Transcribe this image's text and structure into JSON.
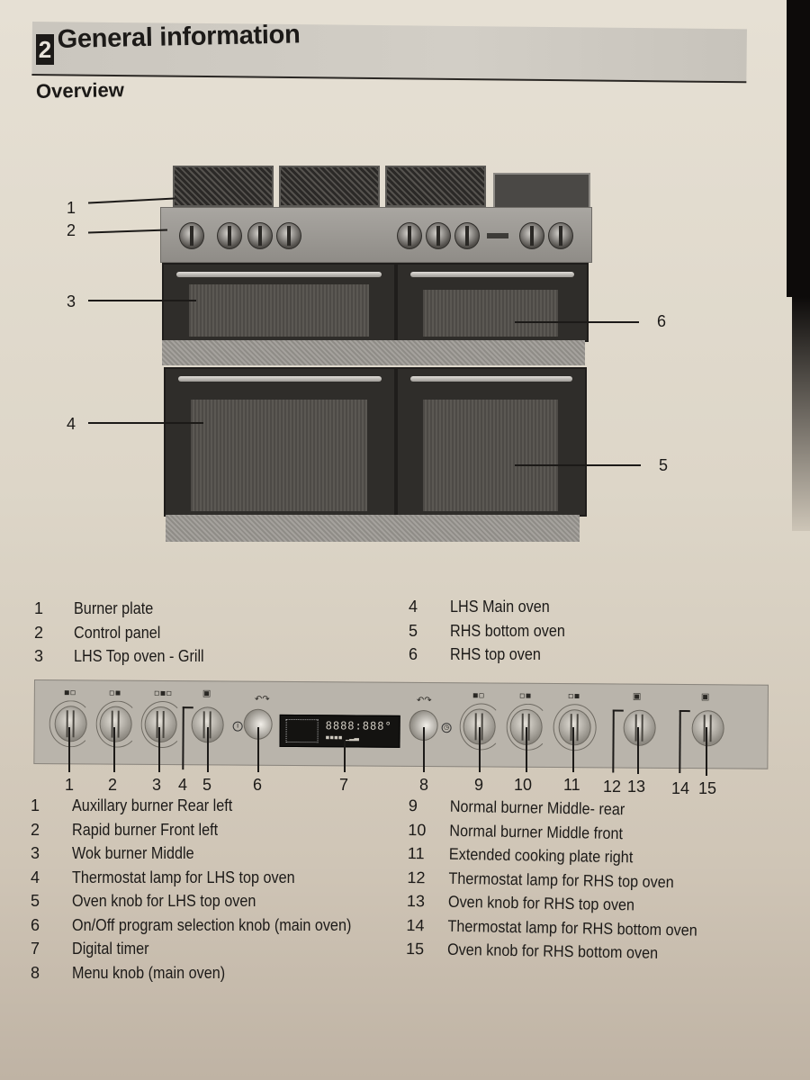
{
  "header": {
    "section_number": "2",
    "title": "General information",
    "subtitle": "Overview"
  },
  "cooker_callouts": [
    {
      "num": "1",
      "target": "burner-plate"
    },
    {
      "num": "2",
      "target": "control-panel"
    },
    {
      "num": "3",
      "target": "lhs-top-oven"
    },
    {
      "num": "4",
      "target": "lhs-main-oven"
    },
    {
      "num": "5",
      "target": "rhs-bottom-oven"
    },
    {
      "num": "6",
      "target": "rhs-top-oven"
    }
  ],
  "overview_legend": {
    "left": [
      {
        "num": "1",
        "label": "Burner plate"
      },
      {
        "num": "2",
        "label": "Control panel"
      },
      {
        "num": "3",
        "label": "LHS Top oven - Grill"
      }
    ],
    "right": [
      {
        "num": "4",
        "label": "LHS Main oven"
      },
      {
        "num": "5",
        "label": "RHS bottom oven"
      },
      {
        "num": "6",
        "label": "RHS top oven"
      }
    ]
  },
  "control_panel": {
    "display": {
      "time_digits": "8888",
      "temp_digits": "888",
      "temp_unit": "°"
    },
    "callout_numbers": [
      "1",
      "2",
      "3",
      "4",
      "5",
      "6",
      "7",
      "8",
      "9",
      "10",
      "11",
      "12",
      "13",
      "14",
      "15"
    ]
  },
  "control_legend": {
    "left": [
      {
        "num": "1",
        "label": "Auxillary burner Rear left"
      },
      {
        "num": "2",
        "label": "Rapid burner Front left"
      },
      {
        "num": "3",
        "label": "Wok burner Middle"
      },
      {
        "num": "4",
        "label": "Thermostat lamp for LHS top oven"
      },
      {
        "num": "5",
        "label": "Oven knob for LHS top oven"
      },
      {
        "num": "6",
        "label": "On/Off program selection knob (main oven)"
      },
      {
        "num": "7",
        "label": "Digital timer"
      },
      {
        "num": "8",
        "label": "Menu knob (main oven)"
      }
    ],
    "right": [
      {
        "num": "9",
        "label": "Normal burner Middle- rear"
      },
      {
        "num": "10",
        "label": "Normal burner Middle front"
      },
      {
        "num": "11",
        "label": "Extended cooking plate right"
      },
      {
        "num": "12",
        "label": "Thermostat lamp for RHS top oven"
      },
      {
        "num": "13",
        "label": "Oven knob for RHS top oven"
      },
      {
        "num": "14",
        "label": "Thermostat lamp for RHS bottom oven"
      },
      {
        "num": "15",
        "label": "Oven knob for RHS bottom oven"
      }
    ]
  }
}
